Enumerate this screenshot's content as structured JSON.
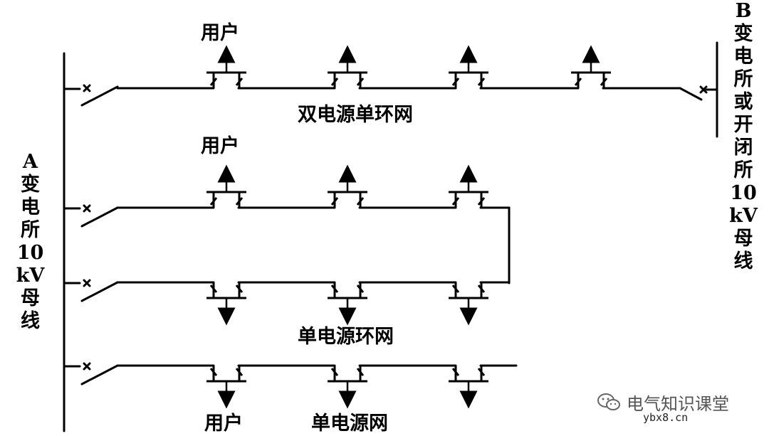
{
  "bus_a": {
    "label_lines": [
      "A",
      "变",
      "电",
      "所",
      "10 kV",
      "母",
      "线"
    ]
  },
  "bus_b": {
    "label_lines": [
      "B",
      "变",
      "电",
      "所",
      "或",
      "开",
      "闭",
      "所",
      "10 kV",
      "母",
      "线"
    ]
  },
  "networks": [
    {
      "id": "dual-source-single-loop",
      "caption": "双电源单环网",
      "user_label": "用户"
    },
    {
      "id": "single-source-loop",
      "caption": "单电源环网",
      "user_label": "用户"
    },
    {
      "id": "single-source-network",
      "caption": "单电源网",
      "user_label": "用户"
    }
  ],
  "watermark": {
    "text": "电气知识课堂",
    "site": "ybx8.cn",
    "icon": "wechat-icon"
  }
}
